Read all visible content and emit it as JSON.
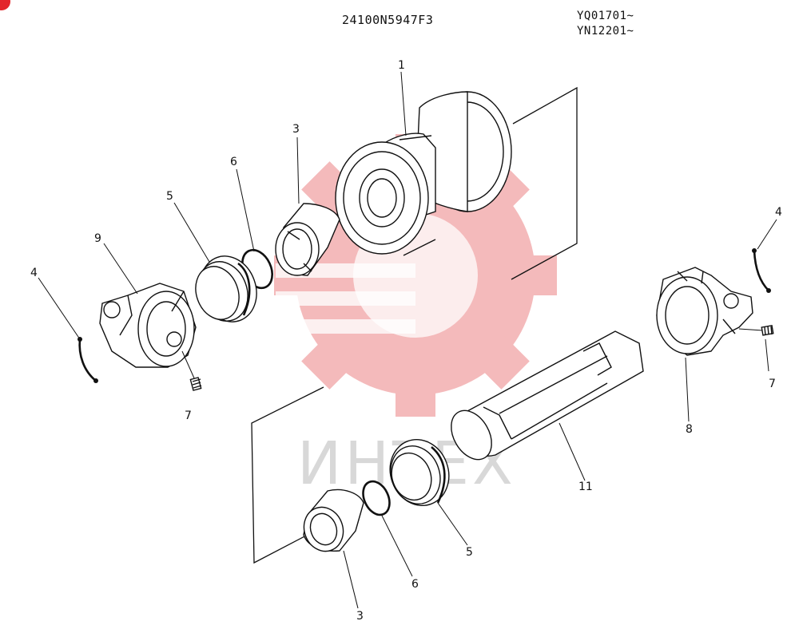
{
  "header": {
    "part_number": "24100N5947F3",
    "serial_1": "YQ01701~",
    "serial_2": "YN12201~"
  },
  "watermark": {
    "text": "ИНТЕХ",
    "gear_color": "#f4b7b8",
    "text_color": "#d6d6d6"
  },
  "accent_color": "#e3262b",
  "callouts": {
    "c1": "1",
    "c3_top": "3",
    "c6_top": "6",
    "c5_top": "5",
    "c9": "9",
    "c4_left": "4",
    "c7_left": "7",
    "c4_right": "4",
    "c7_right": "7",
    "c8": "8",
    "c11": "11",
    "c5_bottom": "5",
    "c6_bottom": "6",
    "c3_bottom": "3"
  }
}
